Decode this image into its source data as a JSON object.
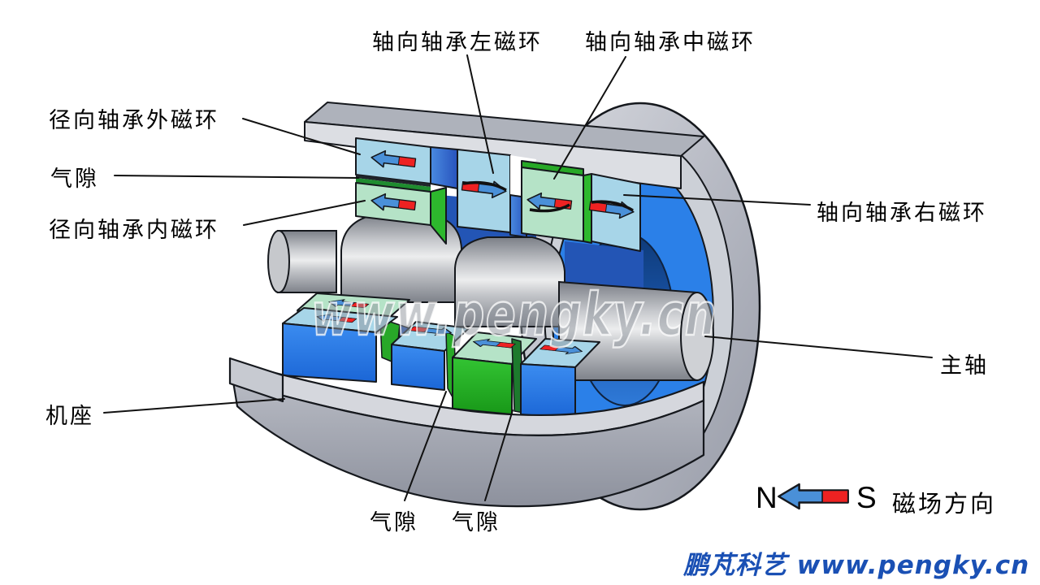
{
  "diagram_type": "magnetic-bearing-cutaway",
  "labels": {
    "axial_left_ring": "轴向轴承左磁环",
    "axial_mid_ring": "轴向轴承中磁环",
    "axial_right_ring": "轴向轴承右磁环",
    "radial_outer_ring": "径向轴承外磁环",
    "radial_inner_ring": "径向轴承内磁环",
    "air_gap_left": "气隙",
    "air_gap_bottom_1": "气隙",
    "air_gap_bottom_2": "气隙",
    "main_shaft": "主轴",
    "machine_base": "机座"
  },
  "legend": {
    "north": "N",
    "south": "S",
    "caption": "磁场方向"
  },
  "watermark": "www.pengky.cn",
  "footer": "鹏芃科艺 www.pengky.cn",
  "colors": {
    "magnet_face_light_blue": "#a7d5e8",
    "magnet_face_light_green": "#b5e3c7",
    "magnet_side_bright_green": "#2db82d",
    "magnet_front_bright_blue": "#2277e8",
    "arrow_blue": "#4a90d8",
    "arrow_red": "#ee2222",
    "housing_gray": "#b9bcc4",
    "blue_disc": "#2b80e8",
    "footer_blue": "#1a50b4"
  }
}
